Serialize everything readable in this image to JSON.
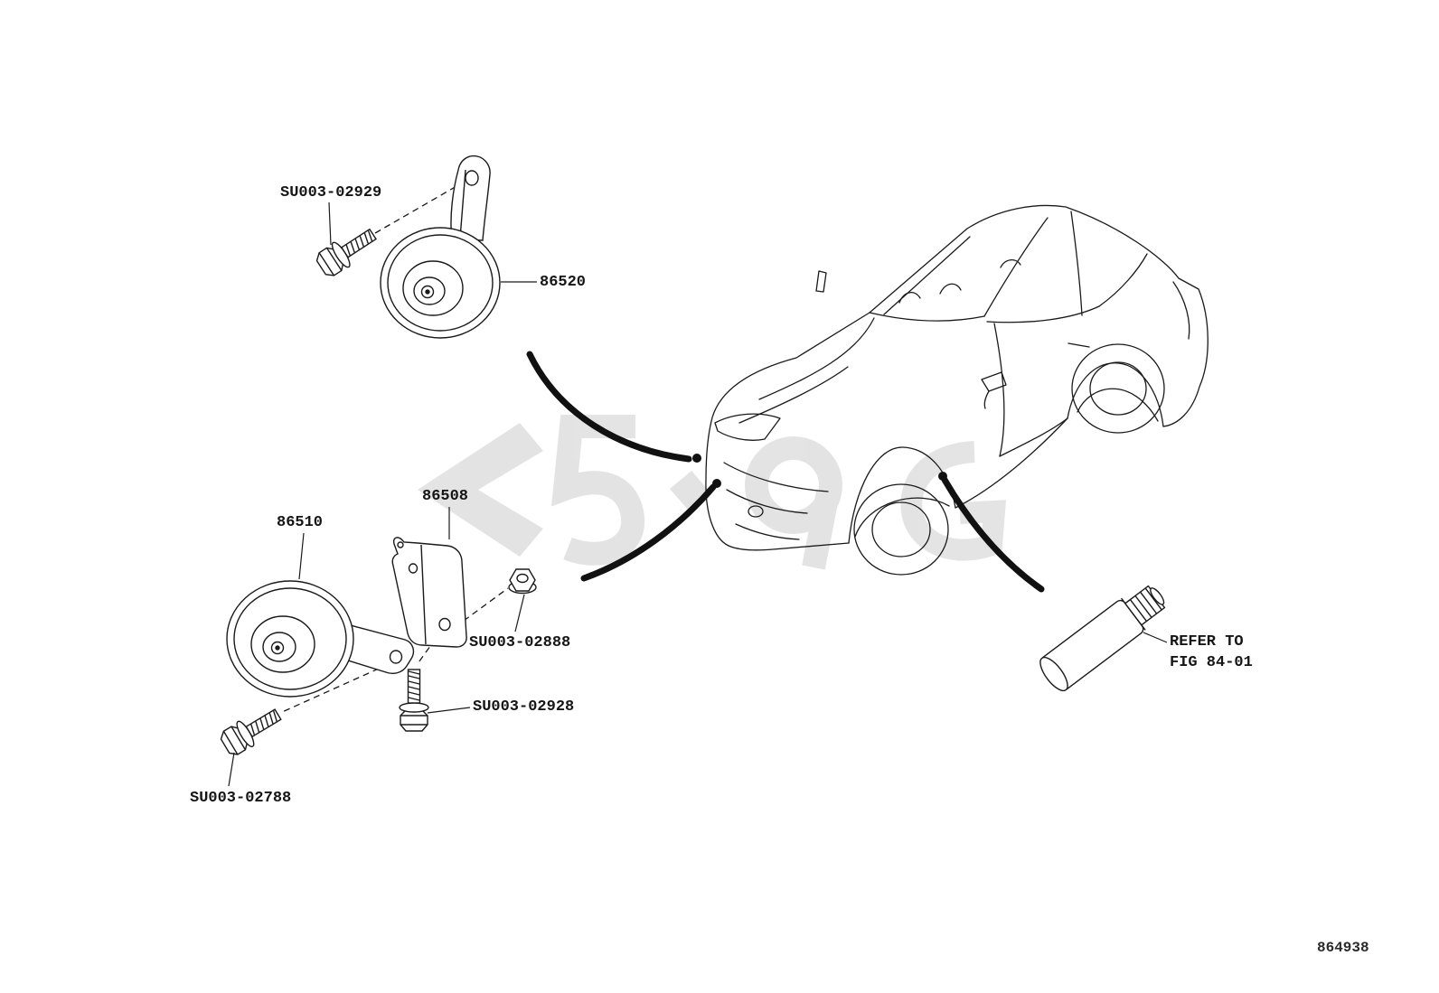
{
  "colors": {
    "line": "#1a1a1a",
    "thick_callout": "#111111",
    "watermark": "#c9c9c9"
  },
  "labels": {
    "bolt_su003_02929": "SU003-02929",
    "horn_86520": "86520",
    "horn_86510": "86510",
    "bracket_86508": "86508",
    "nut_su003_02888": "SU003-02888",
    "bolt_su003_02928": "SU003-02928",
    "bolt_su003_02788": "SU003-02788",
    "refer_note_line1": "REFER TO",
    "refer_note_line2": "FIG 84-01",
    "figure_number": "864938"
  }
}
